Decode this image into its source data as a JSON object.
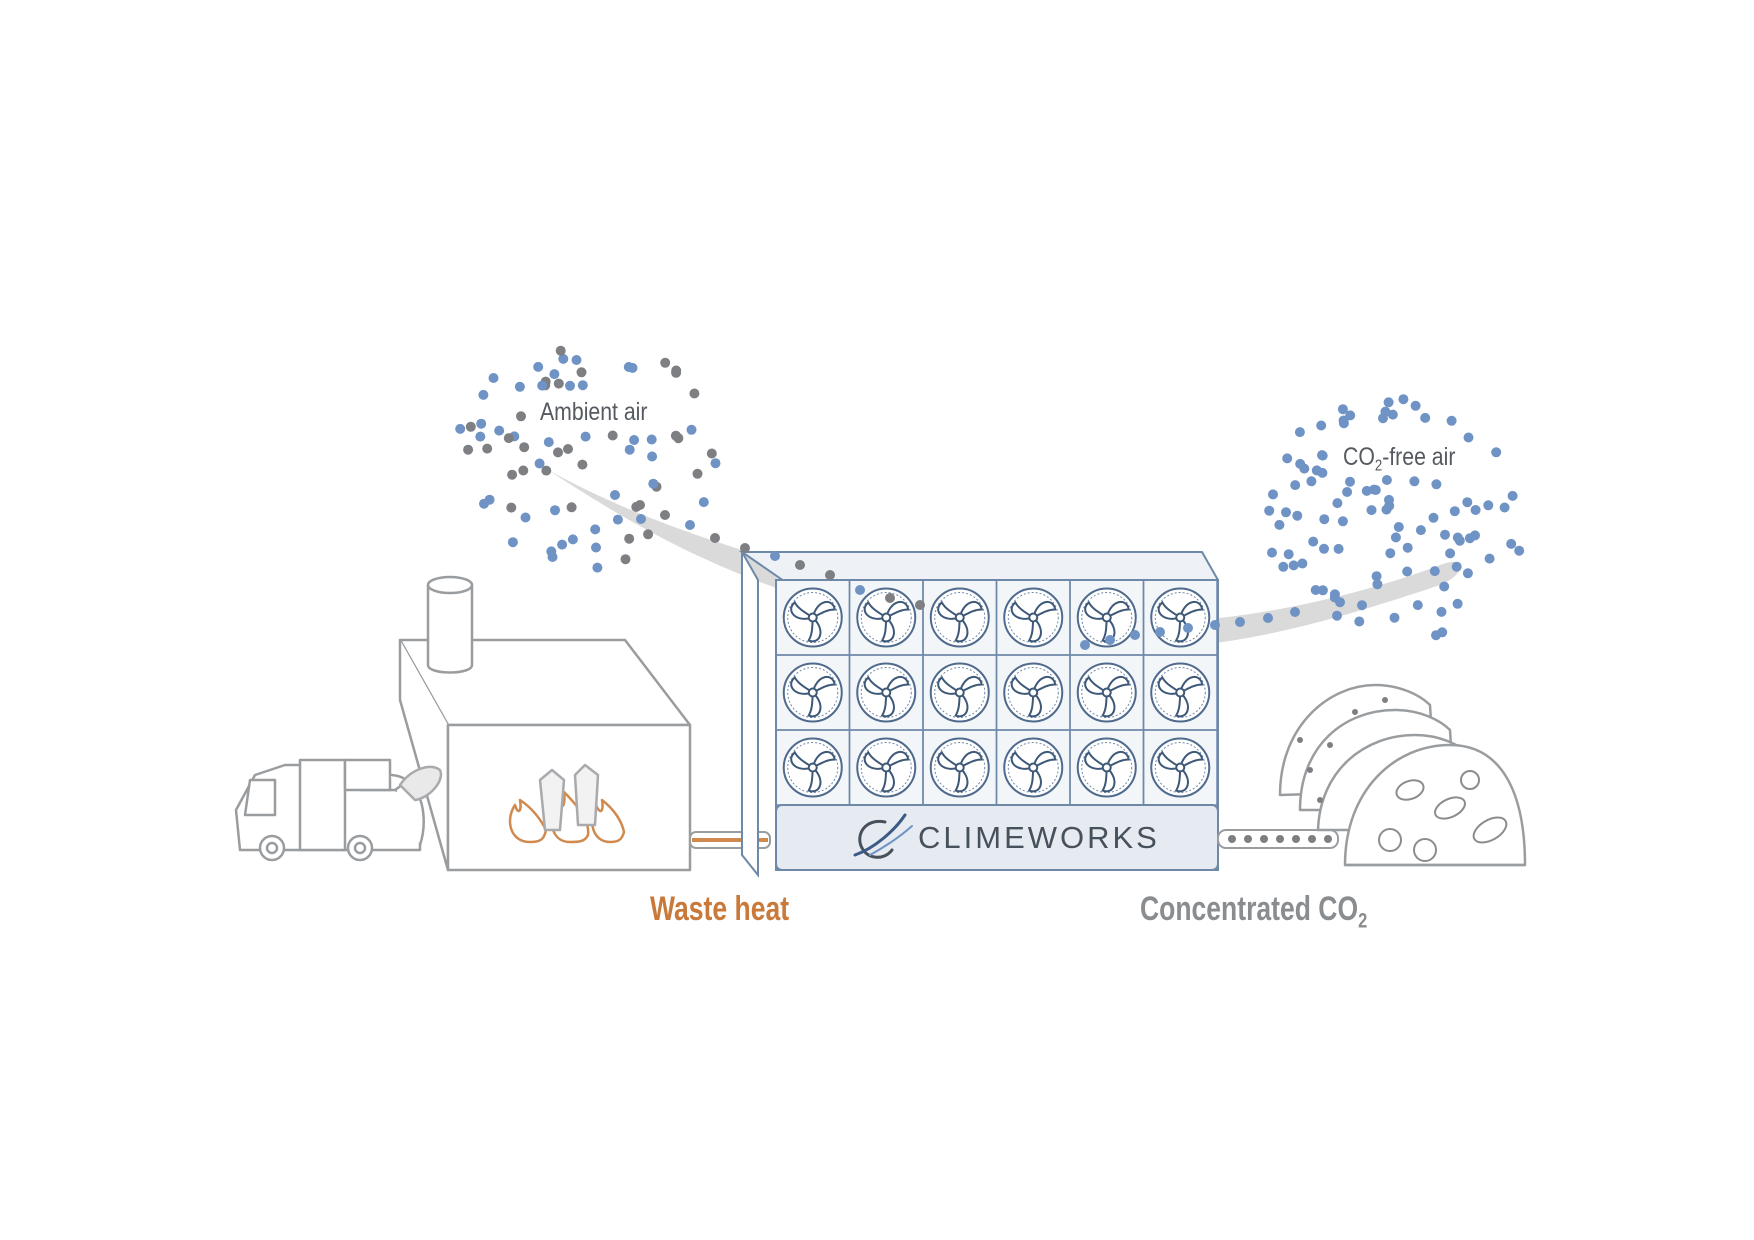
{
  "labels": {
    "ambient_air": "Ambient air",
    "co2_free_prefix": "CO",
    "co2_free_sub": "2",
    "co2_free_suffix": "-free air",
    "waste_heat": "Waste heat",
    "concentrated_prefix": "Concentrated CO",
    "concentrated_sub": "2"
  },
  "brand": {
    "name": "CLIMEWORKS"
  },
  "colors": {
    "line": "#9a9da0",
    "collector_line": "#6e88a8",
    "collector_fill": "#f3f6f9",
    "blue_dot": "#6f93c4",
    "gray_dot": "#7d7f82",
    "heat": "#d08a4e",
    "flow_band": "#d3d4d5"
  },
  "icons": [
    "garbage-truck-icon",
    "incinerator-icon",
    "flame-icon",
    "fan-icon",
    "greenhouse-icon",
    "climeworks-logo-icon"
  ]
}
